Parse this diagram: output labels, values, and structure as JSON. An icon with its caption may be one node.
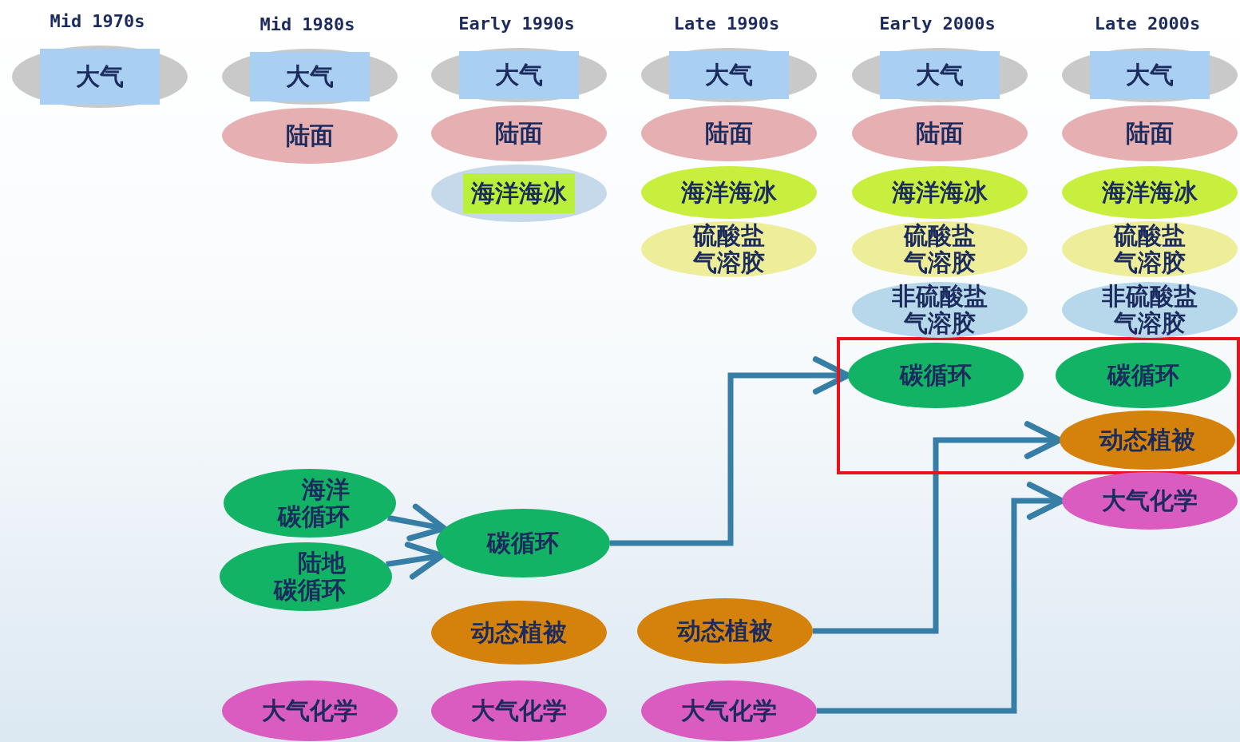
{
  "diagram": {
    "nodes": [
      {
        "text": [
          "大气"
        ],
        "beside": [
          "Mid 1970s"
        ]
      },
      {
        "text": [
          "大气"
        ],
        "beside": [
          "Mid 1980s"
        ]
      },
      {
        "text": [
          "陆面"
        ]
      },
      {
        "text": [
          "海洋碳循环"
        ]
      },
      {
        "text": [
          "陆地碳循环"
        ]
      },
      {
        "text": [
          "大气化学"
        ]
      },
      {
        "text": [
          "大气"
        ],
        "beside": [
          "Early 1990s"
        ]
      },
      {
        "text": [
          "陆面"
        ]
      },
      {
        "text": [
          "海洋海冰"
        ]
      },
      {
        "text": [
          "碳循环"
        ]
      },
      {
        "text": [
          "动态植被"
        ]
      },
      {
        "text": [
          "大气化学"
        ]
      },
      {
        "text": [
          "大气"
        ],
        "beside": [
          "Late 1990s"
        ]
      },
      {
        "text": [
          "陆面"
        ]
      },
      {
        "text": [
          "海洋海冰"
        ]
      },
      {
        "text": [
          "硫酸盐气溶胶"
        ]
      },
      {
        "text": [
          "动态植被"
        ]
      },
      {
        "text": [
          "大气化学"
        ]
      },
      {
        "text": [],
        "shape": "box"
      },
      {
        "text": [
          "大气"
        ],
        "beside": [
          "Early 2000s"
        ]
      },
      {
        "text": [
          "陆面"
        ]
      },
      {
        "text": [
          "海洋海冰"
        ]
      },
      {
        "text": [
          "硫酸盐气溶胶"
        ]
      },
      {
        "text": [
          "非硫酸盐气溶胶"
        ]
      },
      {
        "text": [
          "碳循环"
        ],
        "in": 18
      },
      {
        "text": [
          "大气"
        ],
        "beside": [
          "Late 2000s"
        ]
      },
      {
        "text": [
          "陆面"
        ]
      },
      {
        "text": [
          "海洋海冰"
        ]
      },
      {
        "text": [
          "硫酸盐气溶胶"
        ]
      },
      {
        "text": [
          "非硫酸盐气溶胶"
        ]
      },
      {
        "text": [
          "碳循环"
        ],
        "in": 18
      },
      {
        "text": [
          "动态植被"
        ],
        "in": 18
      },
      {
        "text": [
          "大气化学"
        ]
      }
    ],
    "edges": [
      {
        "from": 3,
        "to": 9,
        "arrow": "to"
      },
      {
        "from": 4,
        "to": 9,
        "arrow": "to"
      },
      {
        "from": 9,
        "to": 24,
        "arrow": "to"
      },
      {
        "from": 16,
        "to": 31,
        "arrow": "to"
      },
      {
        "from": 17,
        "to": 32,
        "arrow": "to"
      }
    ]
  }
}
